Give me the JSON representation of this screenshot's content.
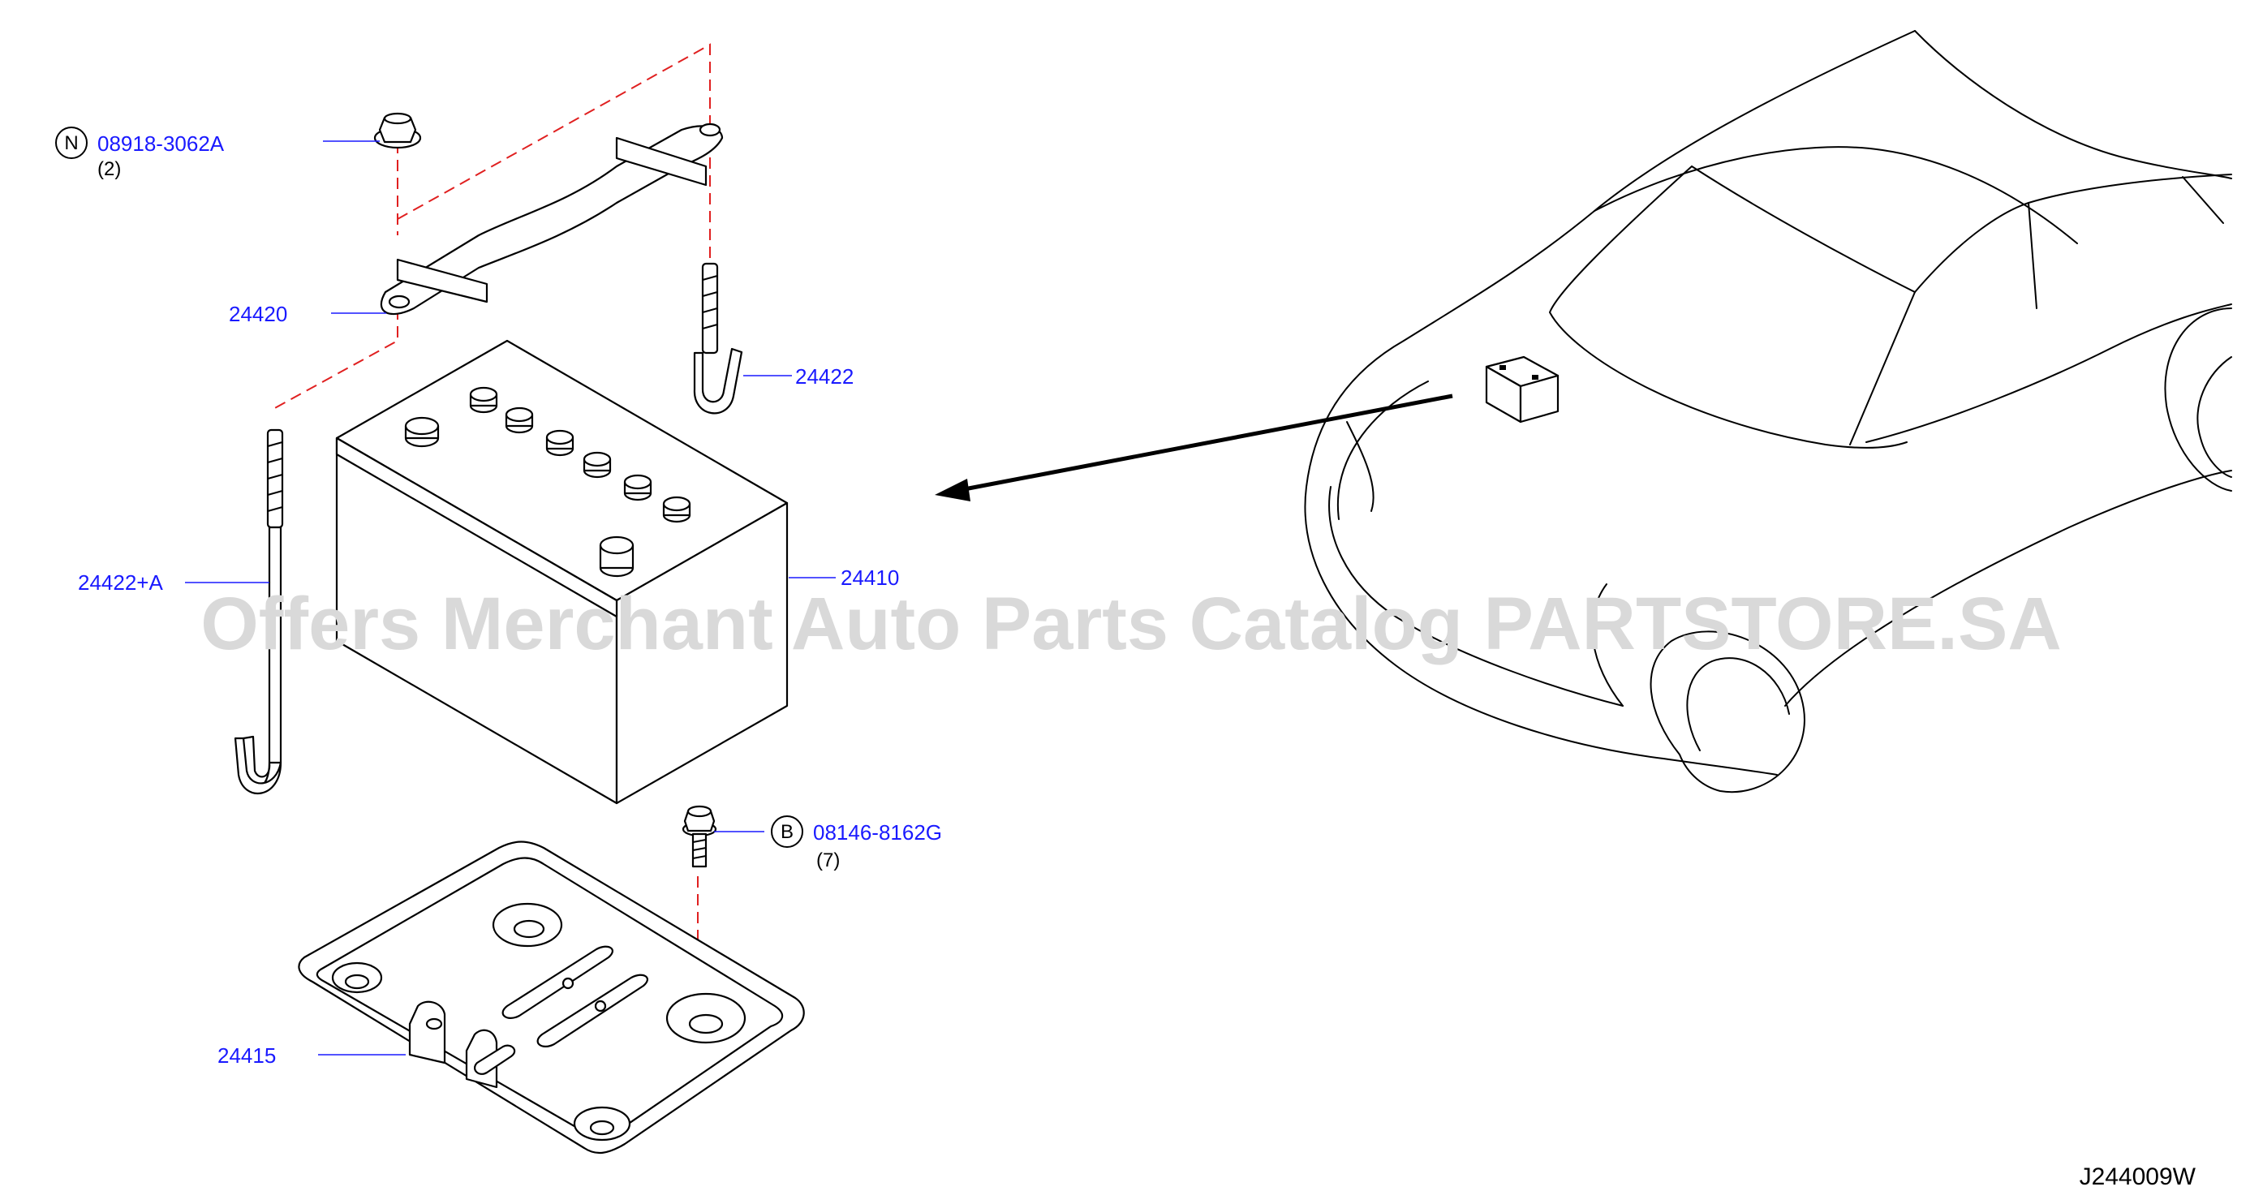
{
  "watermark": "Offers Merchant Auto Parts Catalog PARTSTORE.SA",
  "diagram_id": "J244009W",
  "callouts": {
    "nut": {
      "marker": "N",
      "part_number": "08918-3062A",
      "quantity": "(2)"
    },
    "bolt": {
      "marker": "B",
      "part_number": "08146-8162G",
      "quantity": "(7)"
    },
    "frame": {
      "part_number": "24420"
    },
    "rod_right": {
      "part_number": "24422"
    },
    "rod_left": {
      "part_number": "24422+A"
    },
    "battery": {
      "part_number": "24410"
    },
    "tray": {
      "part_number": "24415"
    }
  },
  "colors": {
    "callout_text": "#1a1aff",
    "alignment_dash": "#e02020",
    "watermark": "#d9d9d9"
  }
}
